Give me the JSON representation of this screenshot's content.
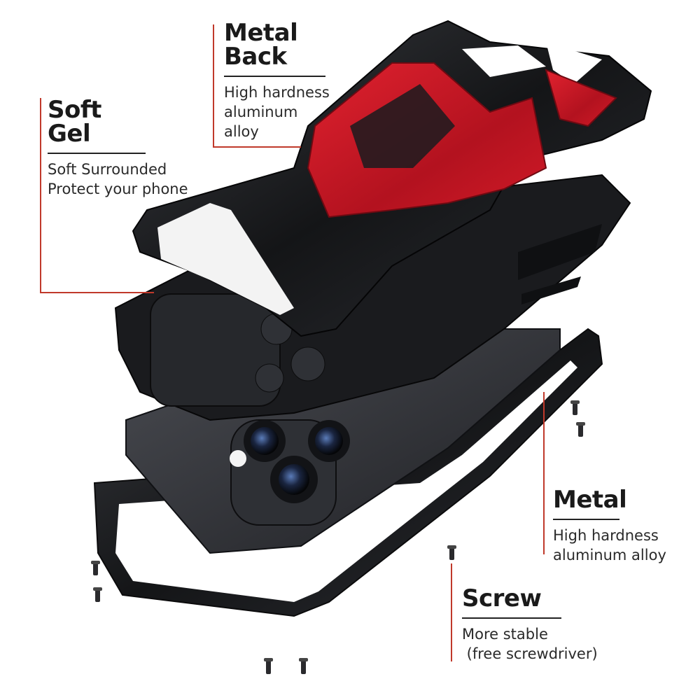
{
  "callouts": {
    "metal_back": {
      "title": "Metal Back",
      "lines": [
        "High hardness",
        "aluminum",
        "alloy"
      ]
    },
    "soft_gel": {
      "title": "Soft Gel",
      "lines": [
        "Soft Surrounded",
        "Protect your phone"
      ]
    },
    "metal": {
      "title": "Metal",
      "lines": [
        "High hardness",
        "aluminum alloy"
      ]
    },
    "screw": {
      "title": "Screw",
      "lines": [
        "More stable",
        " (free screwdriver)"
      ]
    }
  },
  "colors": {
    "accent": "#c8102e",
    "leader": "#c0392b",
    "metal_dark": "#1c1d20",
    "phone_body": "#2b2d31"
  }
}
